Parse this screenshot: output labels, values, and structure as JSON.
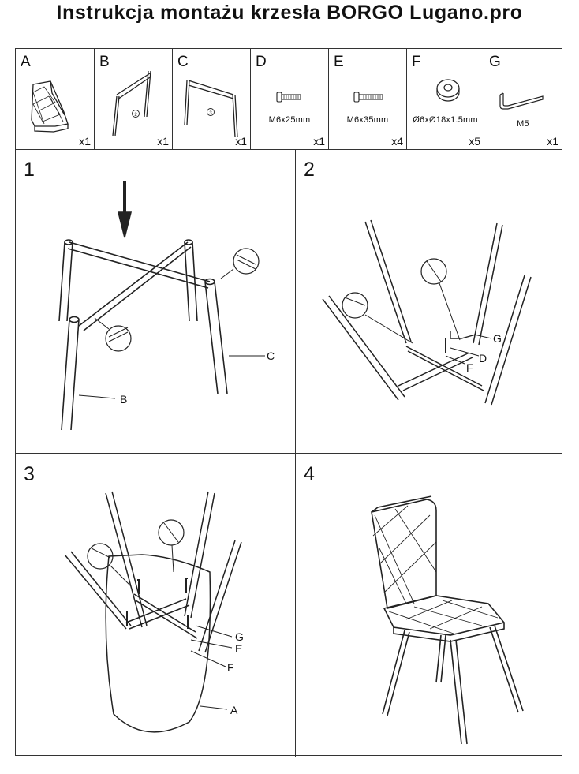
{
  "title": "Instrukcja montażu krzesła BORGO Lugano.pro",
  "parts": [
    {
      "letter": "A",
      "qty": "x1",
      "spec": ""
    },
    {
      "letter": "B",
      "qty": "x1",
      "spec": ""
    },
    {
      "letter": "C",
      "qty": "x1",
      "spec": ""
    },
    {
      "letter": "D",
      "qty": "x1",
      "spec": "M6x25mm"
    },
    {
      "letter": "E",
      "qty": "x4",
      "spec": "M6x35mm"
    },
    {
      "letter": "F",
      "qty": "x5",
      "spec": "Ø6xØ18x1.5mm"
    },
    {
      "letter": "G",
      "qty": "x1",
      "spec": "M5"
    }
  ],
  "frame_marks": {
    "b": "2",
    "c": "3"
  },
  "steps": [
    {
      "number": "1",
      "labels": {
        "c": "C",
        "b": "B"
      }
    },
    {
      "number": "2",
      "labels": {
        "g": "G",
        "d": "D",
        "f": "F"
      }
    },
    {
      "number": "3",
      "labels": {
        "g": "G",
        "e": "E",
        "f": "F",
        "a": "A"
      }
    },
    {
      "number": "4"
    }
  ]
}
